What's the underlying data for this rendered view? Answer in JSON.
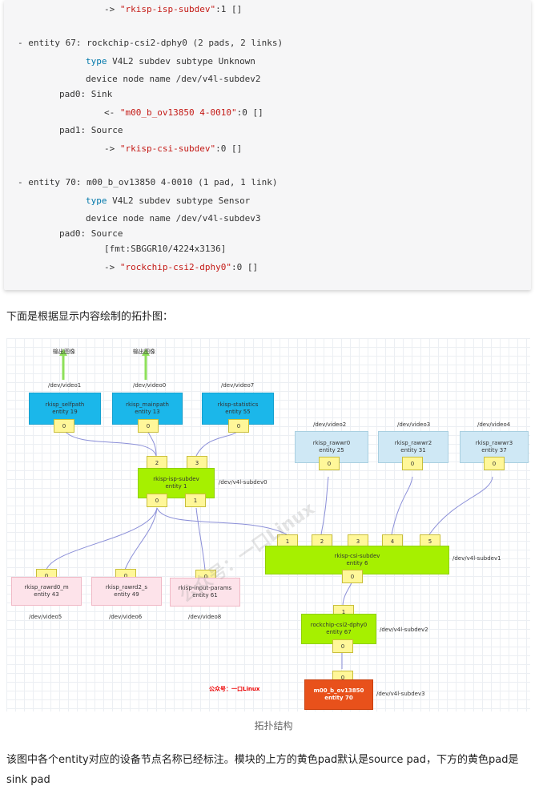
{
  "code_block": {
    "lines": [
      {
        "indent": 130,
        "parts": [
          {
            "t": "-> ",
            "c": ""
          },
          {
            "t": "\"rkisp-isp-subdev\"",
            "c": "str"
          },
          {
            "t": ":1 []",
            "c": ""
          }
        ]
      },
      {
        "indent": 22,
        "parts": [
          {
            "t": "- entity 67: rockchip-csi2-dphy0 (2 pads, 2 links)",
            "c": ""
          }
        ]
      },
      {
        "indent": 107,
        "parts": [
          {
            "t": "type",
            "c": "kw"
          },
          {
            "t": " V4L2 subdev subtype Unknown",
            "c": ""
          }
        ]
      },
      {
        "indent": 107,
        "parts": [
          {
            "t": "device node name /dev/v4l-subdev2",
            "c": ""
          }
        ]
      },
      {
        "indent": 74,
        "parts": [
          {
            "t": "pad0: Sink",
            "c": ""
          }
        ]
      },
      {
        "indent": 130,
        "parts": [
          {
            "t": "<- ",
            "c": ""
          },
          {
            "t": "\"m00_b_ov13850 4-0010\"",
            "c": "str"
          },
          {
            "t": ":0 []",
            "c": ""
          }
        ]
      },
      {
        "indent": 74,
        "parts": [
          {
            "t": "pad1: Source",
            "c": ""
          }
        ]
      },
      {
        "indent": 130,
        "parts": [
          {
            "t": "-> ",
            "c": ""
          },
          {
            "t": "\"rkisp-csi-subdev\"",
            "c": "str"
          },
          {
            "t": ":0 []",
            "c": ""
          }
        ]
      },
      {
        "indent": 22,
        "parts": [
          {
            "t": "- entity 70: m00_b_ov13850 4-0010 (1 pad, 1 link)",
            "c": ""
          }
        ]
      },
      {
        "indent": 107,
        "parts": [
          {
            "t": "type",
            "c": "kw"
          },
          {
            "t": " V4L2 subdev subtype Sensor",
            "c": ""
          }
        ]
      },
      {
        "indent": 107,
        "parts": [
          {
            "t": "device node name /dev/v4l-subdev3",
            "c": ""
          }
        ]
      },
      {
        "indent": 74,
        "parts": [
          {
            "t": "pad0: Source",
            "c": ""
          }
        ]
      },
      {
        "indent": 130,
        "parts": [
          {
            "t": "[fmt:SBGGR10/4224x3136]",
            "c": ""
          }
        ]
      },
      {
        "indent": 130,
        "parts": [
          {
            "t": "-> ",
            "c": ""
          },
          {
            "t": "\"rockchip-csi2-dphy0\"",
            "c": "str"
          },
          {
            "t": ":0 []",
            "c": ""
          }
        ]
      }
    ]
  },
  "caption": "下面是根据显示内容绘制的拓扑图：",
  "diagram": {
    "output_label": "输出图像",
    "watermark": "公众号：一口Linux",
    "nodes": [
      {
        "id": "selfpath",
        "name": "rkisp_selfpath",
        "entity": "entity 19",
        "dev": "/dev/video1",
        "style": "blue"
      },
      {
        "id": "mainpath",
        "name": "rkisp_mainpath",
        "entity": "entity 13",
        "dev": "/dev/video0",
        "style": "blue"
      },
      {
        "id": "statistics",
        "name": "rkisp-statistics",
        "entity": "entity 55",
        "dev": "/dev/video7",
        "style": "blue"
      },
      {
        "id": "rawwr0",
        "name": "rkisp_rawwr0",
        "entity": "entity 25",
        "dev": "/dev/video2",
        "style": "lightblue"
      },
      {
        "id": "rawwr2",
        "name": "rkisp_rawwr2",
        "entity": "entity 31",
        "dev": "/dev/video3",
        "style": "lightblue"
      },
      {
        "id": "rawwr3",
        "name": "rkisp_rawwr3",
        "entity": "entity 37",
        "dev": "/dev/video4",
        "style": "lightblue"
      },
      {
        "id": "isp",
        "name": "rkisp-isp-subdev",
        "entity": "entity 1",
        "dev": "/dev/v4l-subdev0",
        "style": "green"
      },
      {
        "id": "csi",
        "name": "rkisp-csi-subdev",
        "entity": "entity 6",
        "dev": "/dev/v4l-subdev1",
        "style": "green"
      },
      {
        "id": "rawrd0",
        "name": "rkisp_rawrd0_m",
        "entity": "entity 43",
        "dev": "/dev/video5",
        "style": "pink"
      },
      {
        "id": "rawrd2",
        "name": "rkisp_rawrd2_s",
        "entity": "entity 49",
        "dev": "/dev/video6",
        "style": "pink"
      },
      {
        "id": "params",
        "name": "rkisp-input-params",
        "entity": "entity 61",
        "dev": "/dev/video8",
        "style": "pink"
      },
      {
        "id": "dphy",
        "name": "rockchip-csi2-dphy0",
        "entity": "entity 67",
        "dev": "/dev/v4l-subdev2",
        "style": "green"
      },
      {
        "id": "sensor",
        "name": "m00_b_ov13850",
        "entity": "entity 70",
        "dev": "/dev/v4l-subdev3",
        "style": "orange"
      }
    ],
    "pad_labels": {
      "zero": "0",
      "one": "1",
      "two": "2",
      "three": "3",
      "four": "4",
      "five": "5"
    }
  },
  "figure_caption": "拓扑结构",
  "paragraph": "该图中各个entity对应的设备节点名称已经标注。模块的上方的黄色pad默认是source pad，下方的黄色pad是sink pad"
}
